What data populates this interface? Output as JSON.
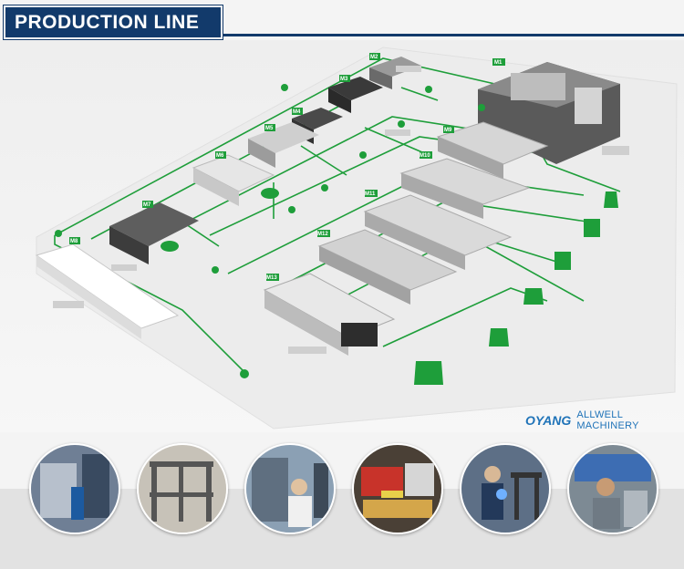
{
  "header": {
    "title": "PRODUCTION LINE"
  },
  "machines": [
    "M1",
    "M2",
    "M3",
    "M4",
    "M5",
    "M6",
    "M7",
    "M8",
    "M9",
    "M10",
    "M11",
    "M12",
    "M13"
  ],
  "brand": {
    "mark": "OYANG",
    "name": "ALLWELL MACHINERY"
  },
  "photos": [
    {
      "label": "workshop-photo-1"
    },
    {
      "label": "workshop-photo-2"
    },
    {
      "label": "workshop-photo-3"
    },
    {
      "label": "workshop-photo-4"
    },
    {
      "label": "workshop-photo-5"
    },
    {
      "label": "workshop-photo-6"
    }
  ],
  "colors": {
    "banner": "#123a6b",
    "line": "#1e9e3a",
    "tag": "#1e9e3a",
    "brand": "#1f73b8"
  }
}
